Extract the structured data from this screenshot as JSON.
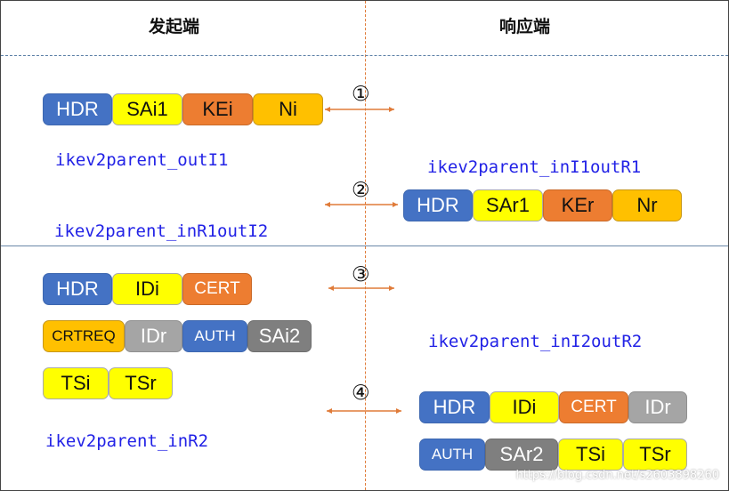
{
  "headers": {
    "initiator": "发起端",
    "responder": "响应端"
  },
  "steps": [
    {
      "number": "①",
      "direction": "to-responder"
    },
    {
      "number": "②",
      "direction": "to-initiator"
    },
    {
      "number": "③",
      "direction": "to-responder"
    },
    {
      "number": "④",
      "direction": "to-initiator"
    }
  ],
  "functions": {
    "outI1": "ikev2parent_outI1",
    "inI1outR1": "ikev2parent_inI1outR1",
    "inR1outI2": "ikev2parent_inR1outI2",
    "inI2outR2": "ikev2parent_inI2outR2",
    "inR2": "ikev2parent_inR2"
  },
  "messages": {
    "msg1": [
      "HDR",
      "SAi1",
      "KEi",
      "Ni"
    ],
    "msg2": [
      "HDR",
      "SAr1",
      "KEr",
      "Nr"
    ],
    "msg3": {
      "row1": [
        "HDR",
        "IDi",
        "CERT"
      ],
      "row2": [
        "CRTREQ",
        "IDr",
        "AUTH",
        "SAi2"
      ],
      "row3": [
        "TSi",
        "TSr"
      ]
    },
    "msg4": {
      "row1": [
        "HDR",
        "IDi",
        "CERT",
        "IDr"
      ],
      "row2": [
        "AUTH",
        "SAr2",
        "TSi",
        "TSr"
      ]
    }
  },
  "colors": {
    "hdr": "#4472c4",
    "yellow": "#ffff00",
    "orange": "#ed7d31",
    "gold": "#ffc000",
    "gray": "#a5a5a5",
    "dark_gray": "#7f7f7f",
    "arrow": "#e07b39",
    "function_text": "#2222e6"
  },
  "watermark": "https://blog.csdn.net/s2603898260"
}
